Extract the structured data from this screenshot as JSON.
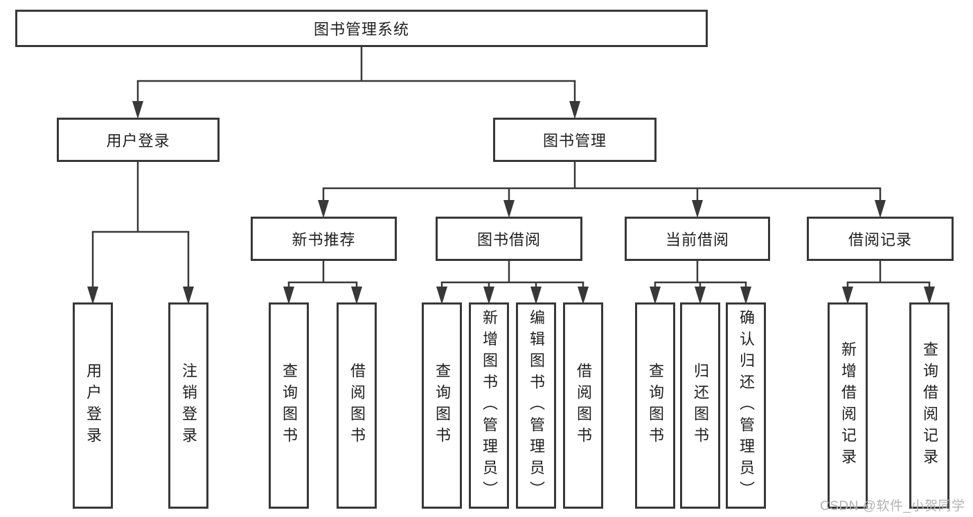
{
  "diagram": {
    "root_label": "图书管理系统",
    "branches": [
      {
        "label": "用户登录",
        "children": [
          {
            "label": "用户登录"
          },
          {
            "label": "注销登录"
          }
        ]
      },
      {
        "label": "图书管理",
        "children": [
          {
            "label": "新书推荐",
            "children": [
              {
                "label": "查询图书"
              },
              {
                "label": "借阅图书"
              }
            ]
          },
          {
            "label": "图书借阅",
            "children": [
              {
                "label": "查询图书"
              },
              {
                "label": "新增图书（管理员）"
              },
              {
                "label": "编辑图书（管理员）"
              },
              {
                "label": "借阅图书"
              }
            ]
          },
          {
            "label": "当前借阅",
            "children": [
              {
                "label": "查询图书"
              },
              {
                "label": "归还图书"
              },
              {
                "label": "确认归还（管理员）"
              }
            ]
          },
          {
            "label": "借阅记录",
            "children": [
              {
                "label": "新增借阅记录"
              },
              {
                "label": "查询借阅记录"
              }
            ]
          }
        ]
      }
    ]
  },
  "watermark": "CSDN @软件_小贺同学",
  "colors": {
    "line": "#383838",
    "box_border": "#383838",
    "text": "#1f1f1f",
    "watermark_text": "#b5b2b2",
    "background": "#ffffff"
  }
}
